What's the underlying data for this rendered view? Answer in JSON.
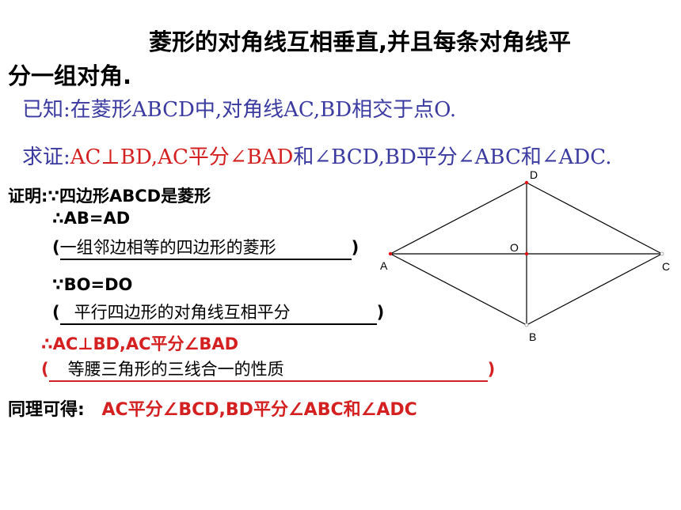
{
  "theorem": {
    "line1": "菱形的对角线互相垂直,并且每条对角线平",
    "line2": "分一组对角."
  },
  "given": "已知:在菱形ABCD中,对角线AC,BD相交于点O.",
  "to_prove": {
    "prefix": "求证:",
    "part_red": "AC⊥BD,AC平分∠BAD",
    "he1": "和",
    "part_blue1": "∠BCD,BD平分∠ABC",
    "he2": "和",
    "part_blue2": "∠ADC."
  },
  "proof": {
    "line1": "证明:∵四边形ABCD是菱形",
    "line2": "∴AB=AD",
    "reason1": "一组邻边相等的四边形的菱形",
    "line3": "∵BO=DO",
    "reason2": "平行四边形的对角线互相平分",
    "line4": "∴AC⊥BD,AC平分∠BAD",
    "reason3": "等腰三角形的三线合一的性质",
    "similarly_label": "同理可得:",
    "similarly_result": "AC平分∠BCD,BD平分∠ABC和∠ADC",
    "paren_open": "(",
    "paren_close": ")"
  },
  "diagram": {
    "labels": {
      "A": "A",
      "B": "B",
      "C": "C",
      "D": "D",
      "O": "O"
    }
  },
  "colors": {
    "red": "#d42020",
    "blue": "#3a3aa0",
    "dot": "#e01010"
  }
}
